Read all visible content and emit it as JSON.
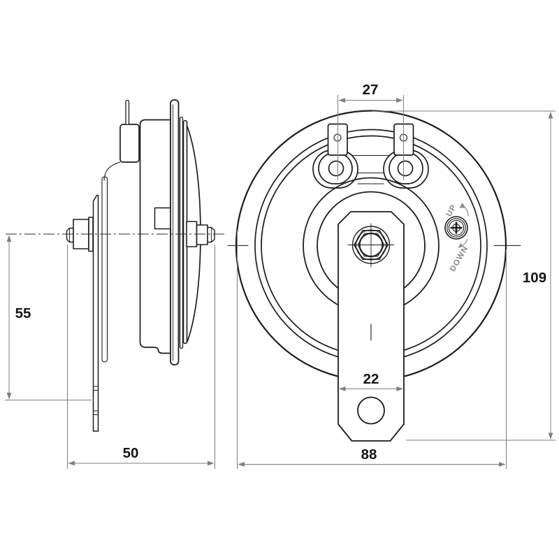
{
  "drawing": {
    "type": "technical-drawing-horn",
    "dimensions": {
      "terminal_spacing": "27",
      "overall_height": "109",
      "mount_offset": "55",
      "depth": "50",
      "bracket_width": "22",
      "body_diameter": "88"
    },
    "adjuster": {
      "up_label": "UP",
      "down_label": "DOWN"
    },
    "colors": {
      "line": "#1d1d1d",
      "dimension_line": "#7e7e7e",
      "dimension_text": "#141414",
      "adjuster_label": "#8a8a8a",
      "background": "#ffffff"
    }
  }
}
